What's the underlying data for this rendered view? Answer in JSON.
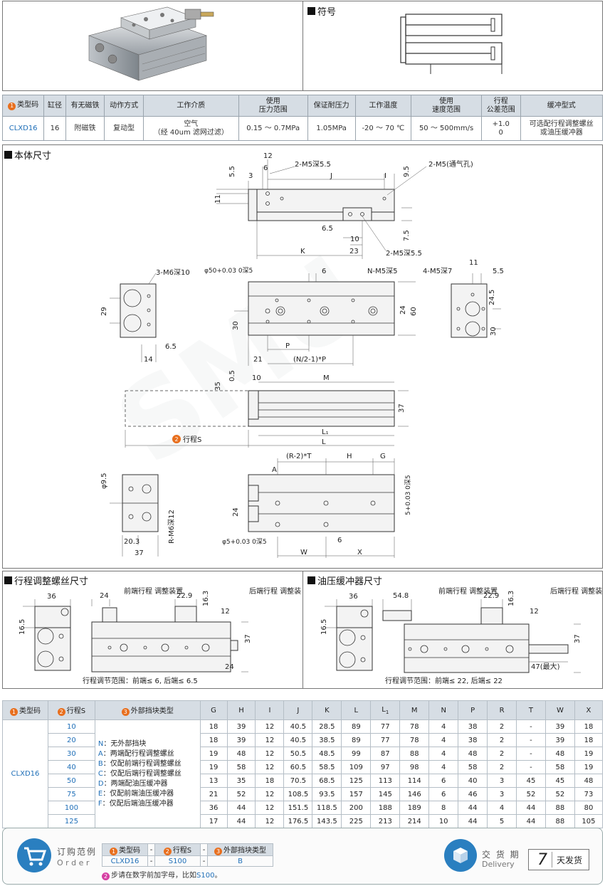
{
  "symbol_title": "符号",
  "spec": {
    "headers": [
      "类型码",
      "缸径",
      "有无磁铁",
      "动作方式",
      "工作介质",
      "使用\n压力范围",
      "保证耐压力",
      "工作温度",
      "使用\n速度范围",
      "行程\n公差范围",
      "缓冲型式"
    ],
    "h0_num": "1",
    "row": {
      "type_code": "CLXD16",
      "bore": "16",
      "magnet": "附磁铁",
      "action": "复动型",
      "medium_l1": "空气",
      "medium_l2": "（经 40um 滤网过滤）",
      "pressure": "0.15 ～ 0.7MPa",
      "proof": "1.05MPa",
      "temp": "-20 ～ 70 ℃",
      "speed": "50 ～ 500mm/s",
      "tol_l1": "+1.0",
      "tol_l2": "0",
      "cushion_l1": "可选配行程调整螺丝",
      "cushion_l2": "或油压缓冲器"
    }
  },
  "body_title": "本体尺寸",
  "adj_title": "行程调整螺丝尺寸",
  "oil_title": "油压缓冲器尺寸",
  "drawing_labels": {
    "d12": "12",
    "d55a": "5.5",
    "d3": "3",
    "d6a": "6",
    "m5a": "2-M5深5.5",
    "J": "J",
    "I": "I",
    "d95": "9.5",
    "m5vent": "2-M5(通气孔)",
    "d11a": "11",
    "d65a": "6.5",
    "d10a": "10",
    "d75": "7.5",
    "K": "K",
    "d23": "23",
    "m5b": "2-M5深5.5",
    "m6_10": "3-M6深10",
    "phi50": "φ50+0.03 0深5",
    "d6b": "6",
    "nm5": "N-M5深5",
    "m5_7": "4-M5深7",
    "d11b": "11",
    "d55b": "5.5",
    "d29": "29",
    "d30a": "30",
    "d24a": "24",
    "d60": "60",
    "d65b": "6.5",
    "d14": "14",
    "d21": "21",
    "P": "P",
    "NP": "(N/2-1)*P",
    "d245": "24.5",
    "d30b": "30",
    "d05": "0.5",
    "d35": "35",
    "d10b": "10",
    "M": "M",
    "d37a": "37",
    "stroke_label": "行程S",
    "stroke_num": "2",
    "L1": "L₁",
    "L": "L",
    "d95b": "φ9.5",
    "RT": "(R-2)*T",
    "H": "H",
    "G": "G",
    "A": "A",
    "d24b": "24",
    "rm6": "R-M6深12",
    "phi5b": "φ5+0.03 0深5",
    "d203": "20.3",
    "d37b": "37",
    "d6c": "6",
    "W": "W",
    "X": "X",
    "phi5c": "5+0.03 0深5",
    "d36a": "36",
    "d24c": "24",
    "front_adj": "前端行程\n调整装置",
    "d229a": "22.9",
    "d163a": "16.3",
    "rear_adj": "后端行程\n调整装置",
    "d12b": "12",
    "d165a": "16.5",
    "d37c": "37",
    "d24d": "24",
    "adj_range": "行程调节范围：前端≤ 6, 后端≤ 6.5",
    "d36b": "36",
    "d548": "54.8",
    "d229b": "22.9",
    "d163b": "16.3",
    "d12c": "12",
    "d165b": "16.5",
    "d37d": "37",
    "d47": "47(最大)",
    "oil_range": "行程调节范围：前端≤ 22, 后端≤ 22"
  },
  "dims_table": {
    "h_type": "类型码",
    "h_stroke": "行程S",
    "h_stop": "外部挡块类型",
    "cols": [
      "G",
      "H",
      "I",
      "J",
      "K",
      "L",
      "L1",
      "M",
      "N",
      "P",
      "R",
      "T",
      "W",
      "X"
    ],
    "type_code": "CLXD16",
    "strokes": [
      "10",
      "20",
      "30",
      "40",
      "50",
      "75",
      "100",
      "125"
    ],
    "stop_types": [
      {
        "code": "N",
        "text": "：无外部挡块"
      },
      {
        "code": "A",
        "text": "：两端配行程调整螺丝"
      },
      {
        "code": "B",
        "text": "：仅配前端行程调整螺丝"
      },
      {
        "code": "C",
        "text": "：仅配后端行程调整螺丝"
      },
      {
        "code": "D",
        "text": "：两端配油压缓冲器"
      },
      {
        "code": "E",
        "text": "：仅配前端油压缓冲器"
      },
      {
        "code": "F",
        "text": "：仅配后端油压缓冲器"
      }
    ],
    "rows": [
      [
        "18",
        "39",
        "12",
        "40.5",
        "28.5",
        "89",
        "77",
        "78",
        "4",
        "38",
        "2",
        "-",
        "39",
        "18"
      ],
      [
        "18",
        "39",
        "12",
        "40.5",
        "38.5",
        "89",
        "77",
        "78",
        "4",
        "38",
        "2",
        "-",
        "39",
        "18"
      ],
      [
        "19",
        "48",
        "12",
        "50.5",
        "48.5",
        "99",
        "87",
        "88",
        "4",
        "48",
        "2",
        "-",
        "48",
        "19"
      ],
      [
        "19",
        "58",
        "12",
        "60.5",
        "58.5",
        "109",
        "97",
        "98",
        "4",
        "58",
        "2",
        "-",
        "58",
        "19"
      ],
      [
        "13",
        "35",
        "18",
        "70.5",
        "68.5",
        "125",
        "113",
        "114",
        "6",
        "40",
        "3",
        "45",
        "45",
        "48"
      ],
      [
        "21",
        "52",
        "12",
        "108.5",
        "93.5",
        "157",
        "145",
        "146",
        "6",
        "46",
        "3",
        "52",
        "52",
        "73"
      ],
      [
        "36",
        "44",
        "12",
        "151.5",
        "118.5",
        "200",
        "188",
        "189",
        "8",
        "44",
        "4",
        "44",
        "88",
        "80"
      ],
      [
        "17",
        "44",
        "12",
        "176.5",
        "143.5",
        "225",
        "213",
        "214",
        "10",
        "44",
        "5",
        "44",
        "88",
        "105"
      ]
    ]
  },
  "order": {
    "title_cn": "订购范例",
    "title_en": "O r d e r",
    "h1": "类型码",
    "h2": "行程S",
    "h3": "外部挡块类型",
    "v1": "CLXD16",
    "v2": "S100",
    "v3": "B",
    "note_pre": "步请在数字前加字母，比如",
    "note_hl": "S100",
    "note_post": "。",
    "delivery_cn": "交 货 期",
    "delivery_en": "Delivery",
    "days_num": "7",
    "days_text": "天发货"
  },
  "watermark": "SMU"
}
